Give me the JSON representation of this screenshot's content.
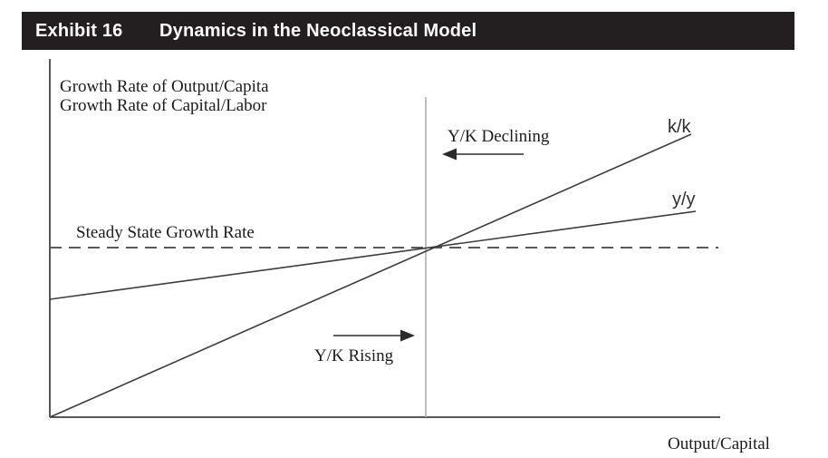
{
  "header": {
    "exhibit_label": "Exhibit 16",
    "title": "Dynamics in the Neoclassical Model",
    "bar_color": "#231f20",
    "text_color": "#ffffff"
  },
  "labels": {
    "y_axis_line1": "Growth Rate of Output/Capita",
    "y_axis_line2": "Growth Rate of Capital/Labor",
    "x_axis": "Output/Capital",
    "steady_state": "Steady State Growth Rate",
    "declining": "Y/K Declining",
    "rising": "Y/K Rising",
    "kk_line": "k/k",
    "yy_line": "y/y"
  },
  "colors": {
    "axis": "#231f20",
    "series_line": "#3d3d3d",
    "dashed_reference": "#595959",
    "vertical_reference": "#a8a8a8",
    "arrow": "#2b2b2b"
  },
  "chart_data": {
    "type": "line",
    "title": "Exhibit 16  Dynamics in the Neoclassical Model",
    "xlabel": "Output/Capital",
    "ylabel": "Growth Rate of Output/Capita; Growth Rate of Capital/Labor",
    "axes_numeric": false,
    "grid": false,
    "x_range_norm": [
      0,
      1
    ],
    "y_range_norm": [
      0,
      1
    ],
    "series": [
      {
        "name": "k/k",
        "style": "solid",
        "points_norm": [
          [
            0.0,
            0.0
          ],
          [
            0.957,
            0.789
          ]
        ],
        "note": "Growth rate of capital per worker: steep upward line starting at the origin"
      },
      {
        "name": "y/y",
        "style": "solid",
        "points_norm": [
          [
            0.0,
            0.329
          ],
          [
            0.964,
            0.574
          ]
        ],
        "note": "Growth rate of output per worker: flatter upward-sloping line"
      }
    ],
    "reference_lines": [
      {
        "name": "Steady State Growth Rate",
        "orientation": "horizontal",
        "y_norm": 0.473,
        "style": "dashed"
      },
      {
        "name": "steady-state output/capital ratio",
        "orientation": "vertical",
        "x_norm": 0.561,
        "style": "solid gray"
      }
    ],
    "intersection_norm": [
      0.561,
      0.473
    ],
    "annotations": [
      {
        "text": "Y/K Declining",
        "arrow_direction": "left",
        "region": "above steady-state line, right of vertical reference"
      },
      {
        "text": "Y/K Rising",
        "arrow_direction": "right",
        "region": "below steady-state line, left of vertical reference"
      }
    ],
    "legend_position": "inline labels at right ends of lines"
  }
}
